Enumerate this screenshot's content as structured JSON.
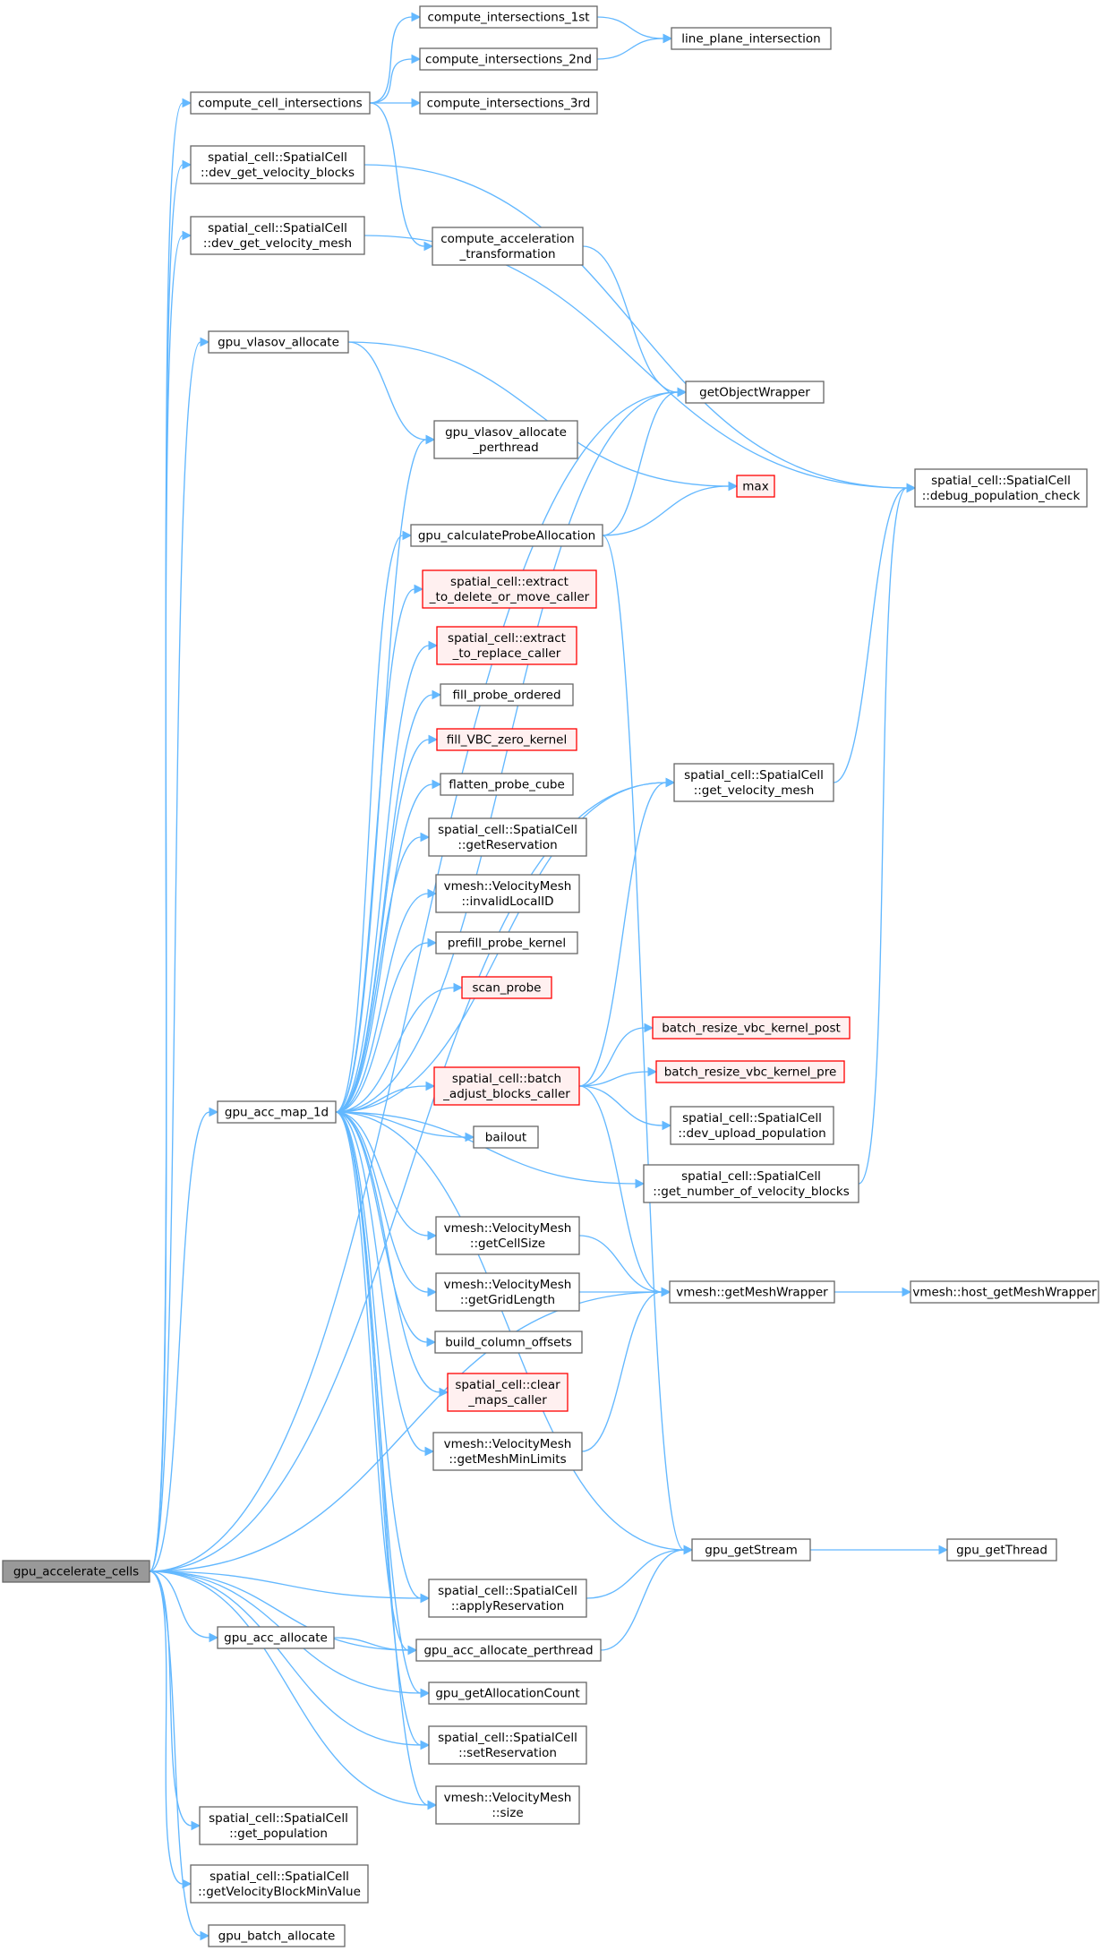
{
  "colors": {
    "edge": "#63b8ff",
    "node_border": "#666666",
    "root_fill": "#999999",
    "truncated_border": "#ff0000",
    "truncated_fill": "#fff0f0"
  },
  "nodes": {
    "gpu_accelerate_cells": {
      "lines": [
        "gpu_accelerate_cells"
      ],
      "style": "root"
    },
    "compute_intersections_1st": {
      "lines": [
        "compute_intersections_1st"
      ]
    },
    "line_plane_intersection": {
      "lines": [
        "line_plane_intersection"
      ]
    },
    "compute_intersections_2nd": {
      "lines": [
        "compute_intersections_2nd"
      ]
    },
    "compute_cell_intersections": {
      "lines": [
        "compute_cell_intersections"
      ]
    },
    "compute_intersections_3rd": {
      "lines": [
        "compute_intersections_3rd"
      ]
    },
    "dev_get_velocity_blocks": {
      "lines": [
        "spatial_cell::SpatialCell",
        "::dev_get_velocity_blocks"
      ]
    },
    "dev_get_velocity_mesh": {
      "lines": [
        "spatial_cell::SpatialCell",
        "::dev_get_velocity_mesh"
      ]
    },
    "compute_acceleration_transformation": {
      "lines": [
        "compute_acceleration",
        "_transformation"
      ]
    },
    "gpu_vlasov_allocate": {
      "lines": [
        "gpu_vlasov_allocate"
      ]
    },
    "getObjectWrapper": {
      "lines": [
        "getObjectWrapper"
      ]
    },
    "gpu_vlasov_allocate_perthread": {
      "lines": [
        "gpu_vlasov_allocate",
        "_perthread"
      ]
    },
    "max": {
      "lines": [
        "max"
      ],
      "style": "trunc"
    },
    "debug_population_check": {
      "lines": [
        "spatial_cell::SpatialCell",
        "::debug_population_check"
      ]
    },
    "gpu_calculateProbeAllocation": {
      "lines": [
        "gpu_calculateProbeAllocation"
      ]
    },
    "extract_to_delete_or_move_caller": {
      "lines": [
        "spatial_cell::extract",
        "_to_delete_or_move_caller"
      ],
      "style": "trunc"
    },
    "extract_to_replace_caller": {
      "lines": [
        "spatial_cell::extract",
        "_to_replace_caller"
      ],
      "style": "trunc"
    },
    "fill_probe_ordered": {
      "lines": [
        "fill_probe_ordered"
      ]
    },
    "fill_VBC_zero_kernel": {
      "lines": [
        "fill_VBC_zero_kernel"
      ],
      "style": "trunc"
    },
    "flatten_probe_cube": {
      "lines": [
        "flatten_probe_cube"
      ]
    },
    "get_velocity_mesh": {
      "lines": [
        "spatial_cell::SpatialCell",
        "::get_velocity_mesh"
      ]
    },
    "getReservation": {
      "lines": [
        "spatial_cell::SpatialCell",
        "::getReservation"
      ]
    },
    "invalidLocalID": {
      "lines": [
        "vmesh::VelocityMesh",
        "::invalidLocalID"
      ]
    },
    "prefill_probe_kernel": {
      "lines": [
        "prefill_probe_kernel"
      ]
    },
    "scan_probe": {
      "lines": [
        "scan_probe"
      ],
      "style": "trunc"
    },
    "batch_resize_vbc_kernel_post": {
      "lines": [
        "batch_resize_vbc_kernel_post"
      ],
      "style": "trunc"
    },
    "batch_resize_vbc_kernel_pre": {
      "lines": [
        "batch_resize_vbc_kernel_pre"
      ],
      "style": "trunc"
    },
    "batch_adjust_blocks_caller": {
      "lines": [
        "spatial_cell::batch",
        "_adjust_blocks_caller"
      ],
      "style": "trunc"
    },
    "gpu_acc_map_1d": {
      "lines": [
        "gpu_acc_map_1d"
      ]
    },
    "dev_upload_population": {
      "lines": [
        "spatial_cell::SpatialCell",
        "::dev_upload_population"
      ]
    },
    "bailout": {
      "lines": [
        "bailout"
      ]
    },
    "get_number_of_velocity_blocks": {
      "lines": [
        "spatial_cell::SpatialCell",
        "::get_number_of_velocity_blocks"
      ]
    },
    "getCellSize": {
      "lines": [
        "vmesh::VelocityMesh",
        "::getCellSize"
      ]
    },
    "getMeshWrapper": {
      "lines": [
        "vmesh::getMeshWrapper"
      ]
    },
    "host_getMeshWrapper": {
      "lines": [
        "vmesh::host_getMeshWrapper"
      ]
    },
    "getGridLength": {
      "lines": [
        "vmesh::VelocityMesh",
        "::getGridLength"
      ]
    },
    "build_column_offsets": {
      "lines": [
        "build_column_offsets"
      ]
    },
    "clear_maps_caller": {
      "lines": [
        "spatial_cell::clear",
        "_maps_caller"
      ],
      "style": "trunc"
    },
    "getMeshMinLimits": {
      "lines": [
        "vmesh::VelocityMesh",
        "::getMeshMinLimits"
      ]
    },
    "gpu_getStream": {
      "lines": [
        "gpu_getStream"
      ]
    },
    "gpu_getThread": {
      "lines": [
        "gpu_getThread"
      ]
    },
    "applyReservation": {
      "lines": [
        "spatial_cell::SpatialCell",
        "::applyReservation"
      ]
    },
    "gpu_acc_allocate": {
      "lines": [
        "gpu_acc_allocate"
      ]
    },
    "gpu_acc_allocate_perthread": {
      "lines": [
        "gpu_acc_allocate_perthread"
      ]
    },
    "gpu_getAllocationCount": {
      "lines": [
        "gpu_getAllocationCount"
      ]
    },
    "setReservation": {
      "lines": [
        "spatial_cell::SpatialCell",
        "::setReservation"
      ]
    },
    "size": {
      "lines": [
        "vmesh::VelocityMesh",
        "::size"
      ]
    },
    "get_population": {
      "lines": [
        "spatial_cell::SpatialCell",
        "::get_population"
      ]
    },
    "getVelocityBlockMinValue": {
      "lines": [
        "spatial_cell::SpatialCell",
        "::getVelocityBlockMinValue"
      ]
    },
    "gpu_batch_allocate": {
      "lines": [
        "gpu_batch_allocate"
      ]
    }
  },
  "edges": [
    [
      "gpu_accelerate_cells",
      "compute_cell_intersections"
    ],
    [
      "gpu_accelerate_cells",
      "dev_get_velocity_blocks"
    ],
    [
      "gpu_accelerate_cells",
      "dev_get_velocity_mesh"
    ],
    [
      "gpu_accelerate_cells",
      "getObjectWrapper"
    ],
    [
      "gpu_accelerate_cells",
      "gpu_vlasov_allocate"
    ],
    [
      "gpu_accelerate_cells",
      "get_velocity_mesh"
    ],
    [
      "gpu_accelerate_cells",
      "gpu_acc_map_1d"
    ],
    [
      "gpu_accelerate_cells",
      "getMeshWrapper"
    ],
    [
      "gpu_accelerate_cells",
      "applyReservation"
    ],
    [
      "gpu_accelerate_cells",
      "gpu_acc_allocate"
    ],
    [
      "gpu_accelerate_cells",
      "gpu_acc_allocate_perthread"
    ],
    [
      "gpu_accelerate_cells",
      "gpu_getAllocationCount"
    ],
    [
      "gpu_accelerate_cells",
      "setReservation"
    ],
    [
      "gpu_accelerate_cells",
      "size"
    ],
    [
      "gpu_accelerate_cells",
      "get_population"
    ],
    [
      "gpu_accelerate_cells",
      "getVelocityBlockMinValue"
    ],
    [
      "gpu_accelerate_cells",
      "gpu_batch_allocate"
    ],
    [
      "compute_cell_intersections",
      "compute_intersections_1st"
    ],
    [
      "compute_cell_intersections",
      "compute_intersections_2nd"
    ],
    [
      "compute_cell_intersections",
      "compute_intersections_3rd"
    ],
    [
      "compute_cell_intersections",
      "compute_acceleration_transformation"
    ],
    [
      "compute_intersections_1st",
      "line_plane_intersection"
    ],
    [
      "compute_intersections_2nd",
      "line_plane_intersection"
    ],
    [
      "dev_get_velocity_blocks",
      "debug_population_check"
    ],
    [
      "dev_get_velocity_mesh",
      "debug_population_check"
    ],
    [
      "compute_acceleration_transformation",
      "getObjectWrapper"
    ],
    [
      "gpu_vlasov_allocate",
      "gpu_vlasov_allocate_perthread"
    ],
    [
      "gpu_vlasov_allocate",
      "max"
    ],
    [
      "gpu_calculateProbeAllocation",
      "getObjectWrapper"
    ],
    [
      "gpu_calculateProbeAllocation",
      "max"
    ],
    [
      "gpu_calculateProbeAllocation",
      "gpu_getStream"
    ],
    [
      "get_velocity_mesh",
      "debug_population_check"
    ],
    [
      "get_number_of_velocity_blocks",
      "debug_population_check"
    ],
    [
      "gpu_acc_map_1d",
      "gpu_vlasov_allocate_perthread"
    ],
    [
      "gpu_acc_map_1d",
      "getObjectWrapper"
    ],
    [
      "gpu_acc_map_1d",
      "gpu_calculateProbeAllocation"
    ],
    [
      "gpu_acc_map_1d",
      "extract_to_delete_or_move_caller"
    ],
    [
      "gpu_acc_map_1d",
      "extract_to_replace_caller"
    ],
    [
      "gpu_acc_map_1d",
      "fill_probe_ordered"
    ],
    [
      "gpu_acc_map_1d",
      "fill_VBC_zero_kernel"
    ],
    [
      "gpu_acc_map_1d",
      "flatten_probe_cube"
    ],
    [
      "gpu_acc_map_1d",
      "getReservation"
    ],
    [
      "gpu_acc_map_1d",
      "invalidLocalID"
    ],
    [
      "gpu_acc_map_1d",
      "prefill_probe_kernel"
    ],
    [
      "gpu_acc_map_1d",
      "scan_probe"
    ],
    [
      "gpu_acc_map_1d",
      "get_velocity_mesh"
    ],
    [
      "gpu_acc_map_1d",
      "batch_adjust_blocks_caller"
    ],
    [
      "gpu_acc_map_1d",
      "bailout"
    ],
    [
      "gpu_acc_map_1d",
      "get_number_of_velocity_blocks"
    ],
    [
      "gpu_acc_map_1d",
      "getCellSize"
    ],
    [
      "gpu_acc_map_1d",
      "getGridLength"
    ],
    [
      "gpu_acc_map_1d",
      "build_column_offsets"
    ],
    [
      "gpu_acc_map_1d",
      "clear_maps_caller"
    ],
    [
      "gpu_acc_map_1d",
      "getMeshMinLimits"
    ],
    [
      "gpu_acc_map_1d",
      "gpu_getStream"
    ],
    [
      "gpu_acc_map_1d",
      "applyReservation"
    ],
    [
      "gpu_acc_map_1d",
      "gpu_acc_allocate_perthread"
    ],
    [
      "gpu_acc_map_1d",
      "gpu_getAllocationCount"
    ],
    [
      "gpu_acc_map_1d",
      "setReservation"
    ],
    [
      "gpu_acc_map_1d",
      "size"
    ],
    [
      "batch_adjust_blocks_caller",
      "get_velocity_mesh"
    ],
    [
      "batch_adjust_blocks_caller",
      "batch_resize_vbc_kernel_post"
    ],
    [
      "batch_adjust_blocks_caller",
      "batch_resize_vbc_kernel_pre"
    ],
    [
      "batch_adjust_blocks_caller",
      "dev_upload_population"
    ],
    [
      "batch_adjust_blocks_caller",
      "getMeshWrapper"
    ],
    [
      "getCellSize",
      "getMeshWrapper"
    ],
    [
      "getGridLength",
      "getMeshWrapper"
    ],
    [
      "getMeshMinLimits",
      "getMeshWrapper"
    ],
    [
      "getMeshWrapper",
      "host_getMeshWrapper"
    ],
    [
      "gpu_getStream",
      "gpu_getThread"
    ],
    [
      "applyReservation",
      "gpu_getStream"
    ],
    [
      "gpu_acc_allocate",
      "gpu_acc_allocate_perthread"
    ],
    [
      "gpu_acc_allocate_perthread",
      "gpu_getStream"
    ]
  ]
}
